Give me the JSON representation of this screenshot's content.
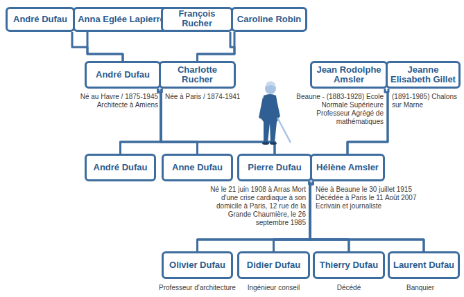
{
  "diagram": {
    "nodes": [
      {
        "text": [
          "André Dufau"
        ]
      },
      {
        "text": [
          "Anna Eglée Lapierre"
        ]
      },
      {
        "text": [
          "François Rucher"
        ]
      },
      {
        "text": [
          "Caroline Robin"
        ]
      },
      {
        "text": [
          "André Dufau",
          "Né au Havre / 1875-1945 Architecte à Amiens"
        ]
      },
      {
        "text": [
          "Charlotte Rucher",
          "Née à Paris / 1874-1941"
        ]
      },
      {
        "text": [
          "Jean Rodolphe Amsler",
          "Beaune - (1883-1928) Ecole Normale Supérieure Professeur Agrégé de mathématiques"
        ]
      },
      {
        "text": [
          "Jeanne Elisabeth Gillet",
          "(1891-1985) Chalons sur Marne"
        ]
      },
      {
        "text": [
          "André Dufau"
        ]
      },
      {
        "text": [
          "Anne Dufau"
        ]
      },
      {
        "text": [
          "Pierre Dufau",
          "Né le 21 juin 1908 à Arras Mort d'une crise cardiaque à son domicile à Paris, 12 rue de la Grande Chaumière, le 26 septembre 1985"
        ]
      },
      {
        "text": [
          "Hélène Amsler",
          "Née à Beaune le 30 juillet 1915 Décédée à Paris le 11 Août 2007 Ecrivain et journaliste"
        ]
      },
      {
        "text": [
          "Olivier Dufau",
          "Professeur d'architecture"
        ]
      },
      {
        "text": [
          "Didier Dufau",
          "Ingénieur conseil"
        ]
      },
      {
        "text": [
          "Thierry Dufau",
          "Décédé"
        ]
      },
      {
        "text": [
          "Laurent Dufau",
          "Banquier"
        ]
      }
    ],
    "edges": [
      {
        "from": 0,
        "to": 4,
        "arrow": "none"
      },
      {
        "from": 1,
        "to": 4,
        "arrow": "none"
      },
      {
        "from": 2,
        "to": 5,
        "arrow": "none"
      },
      {
        "from": 3,
        "to": 5,
        "arrow": "none"
      },
      {
        "from": 4,
        "to": 8,
        "arrow": "none"
      },
      {
        "from": 4,
        "to": 9,
        "arrow": "none"
      },
      {
        "from": 4,
        "to": 10,
        "arrow": "none"
      },
      {
        "from": 5,
        "to": 8,
        "arrow": "none"
      },
      {
        "from": 5,
        "to": 9,
        "arrow": "none"
      },
      {
        "from": 5,
        "to": 10,
        "arrow": "none"
      },
      {
        "from": 6,
        "to": 11,
        "arrow": "none"
      },
      {
        "from": 7,
        "to": 11,
        "arrow": "none"
      },
      {
        "from": 10,
        "to": 12,
        "arrow": "none"
      },
      {
        "from": 10,
        "to": 13,
        "arrow": "none"
      },
      {
        "from": 10,
        "to": 14,
        "arrow": "none"
      },
      {
        "from": 10,
        "to": 15,
        "arrow": "none"
      },
      {
        "from": 11,
        "to": 12,
        "arrow": "none"
      },
      {
        "from": 11,
        "to": 13,
        "arrow": "none"
      },
      {
        "from": 11,
        "to": 14,
        "arrow": "none"
      },
      {
        "from": 11,
        "to": 15,
        "arrow": "none"
      }
    ]
  }
}
